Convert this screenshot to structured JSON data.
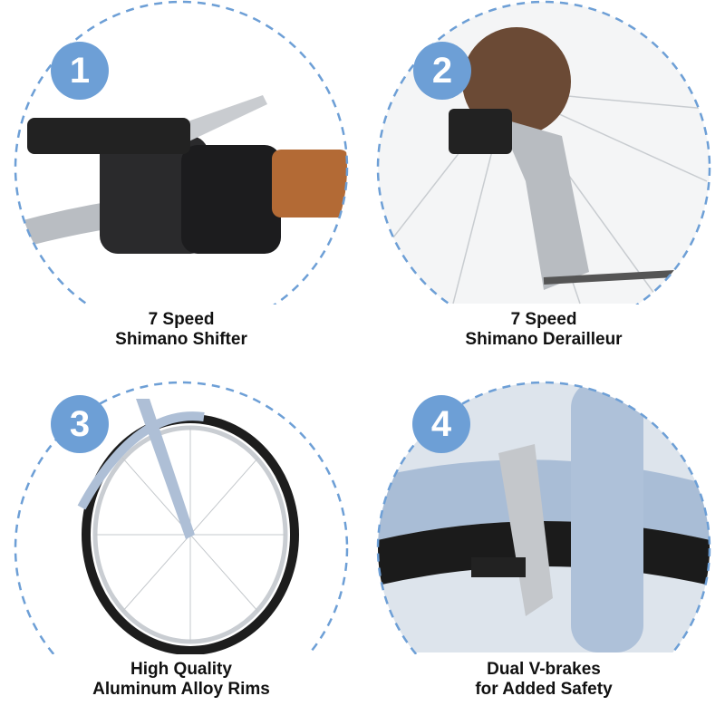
{
  "accent_color": "#6d9fd6",
  "features": [
    {
      "number": "1",
      "line1": "7 Speed",
      "line2": "Shimano Shifter",
      "photo": "revoshift-grip-shifter"
    },
    {
      "number": "2",
      "line1": "7 Speed",
      "line2": "Shimano Derailleur",
      "photo": "rear-derailleur"
    },
    {
      "number": "3",
      "line1": "High Quality",
      "line2": "Aluminum Alloy Rims",
      "photo": "front-wheel"
    },
    {
      "number": "4",
      "line1": "Dual V-brakes",
      "line2": "for Added Safety",
      "photo": "v-brake"
    }
  ]
}
